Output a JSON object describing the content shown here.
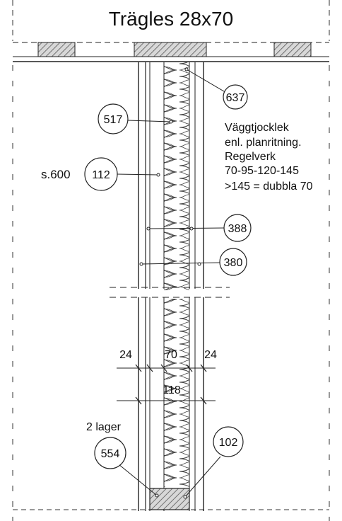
{
  "title": "Trägles 28x70",
  "spacing_label": "s.600",
  "note": {
    "line1": "Väggtjocklek",
    "line2": "enl. planritning.",
    "line3": "Regelverk",
    "line4": "70-95-120-145",
    "line5": ">145 = dubbla 70"
  },
  "callouts": {
    "c637": "637",
    "c517": "517",
    "c112": "112",
    "c388": "388",
    "c380": "380",
    "c554": "554",
    "c102": "102"
  },
  "dimensions": {
    "left_board": "24",
    "stud": "70",
    "right_board": "24",
    "total": "118"
  },
  "bottom_label": "2 lager"
}
